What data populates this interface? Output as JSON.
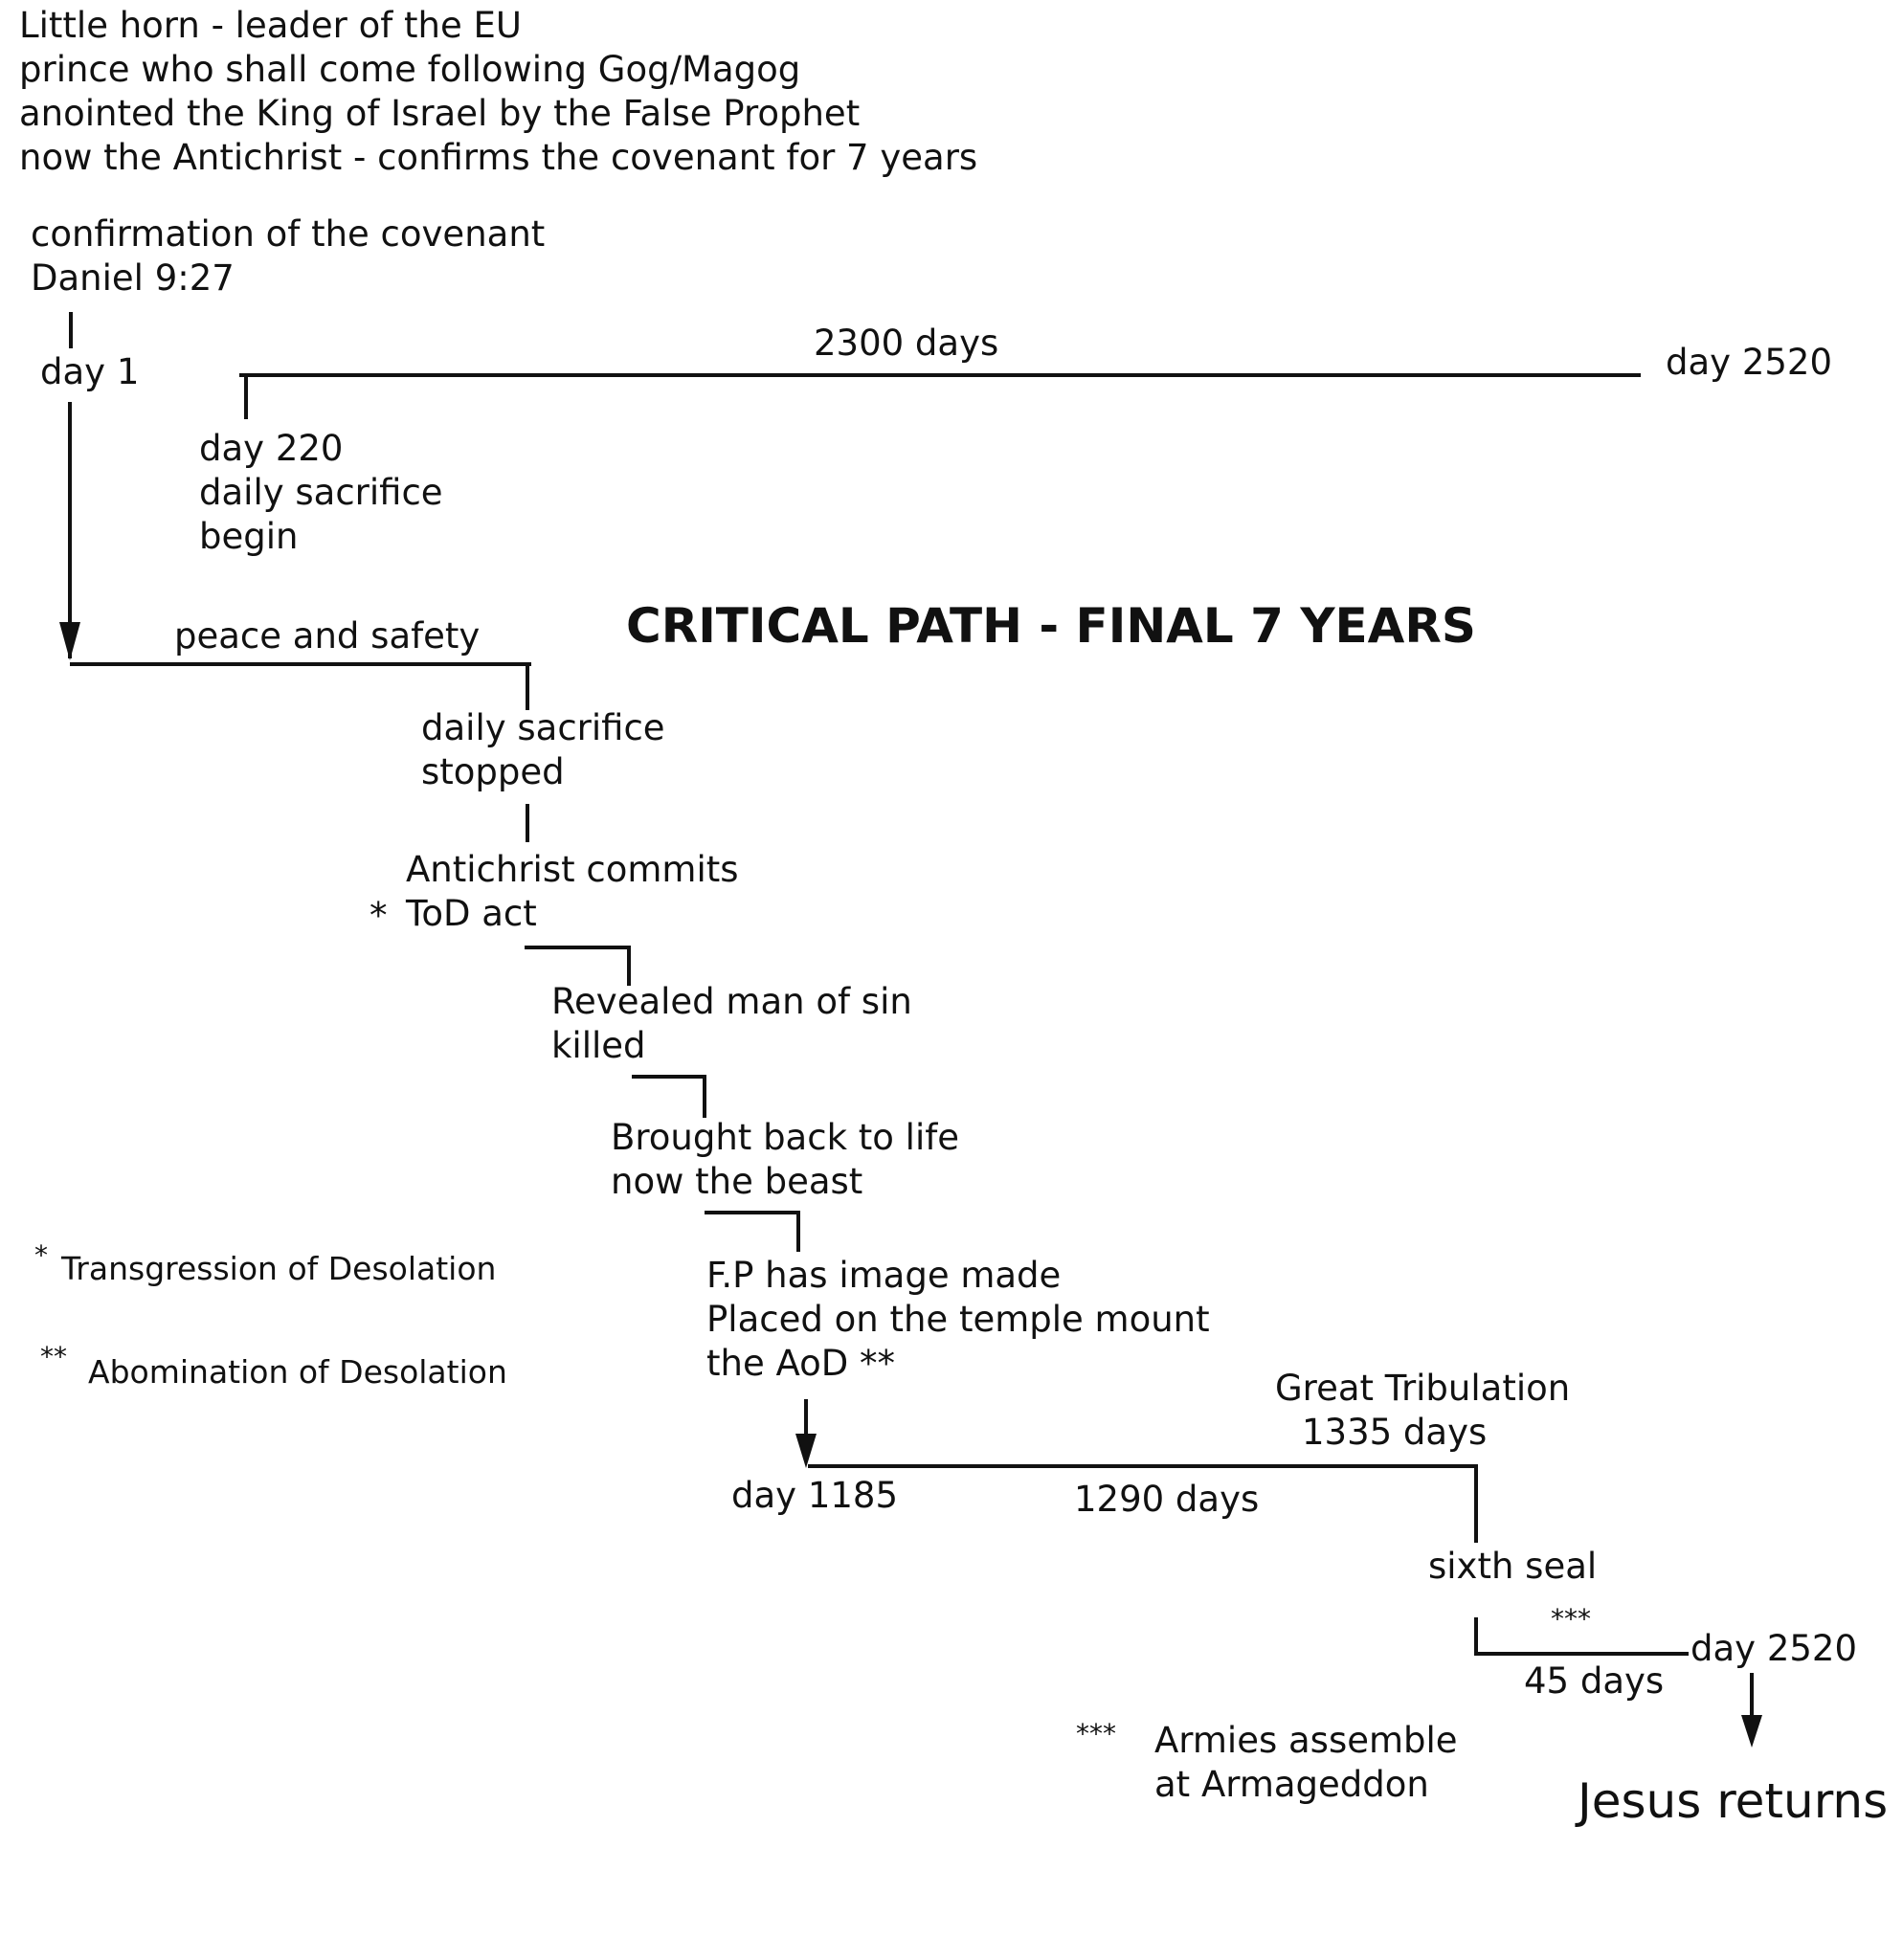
{
  "intro": {
    "line1": "Little horn - leader of the EU",
    "line2": "prince who shall come following Gog/Magog",
    "line3": "anointed the King of Israel by the False Prophet",
    "line4": "now the Antichrist - confirms the covenant for 7 years"
  },
  "confirmation": {
    "line1": "confirmation of the covenant",
    "line2": "Daniel 9:27"
  },
  "day1": "day 1",
  "span_2300": "2300 days",
  "day2520_top": "day 2520",
  "day220": {
    "line1": "day 220",
    "line2": "daily sacrifice",
    "line3": "begin"
  },
  "title": "CRITICAL PATH - FINAL 7 YEARS",
  "peace": "peace and safety",
  "sacrifice_stopped": {
    "line1": "daily sacrifice",
    "line2": "stopped"
  },
  "antichrist": {
    "line1": "Antichrist commits",
    "star": "*",
    "line2": "ToD act"
  },
  "revealed": {
    "line1": "Revealed man of sin",
    "line2": "killed"
  },
  "brought_back": {
    "line1": "Brought back to life",
    "line2": "now the beast"
  },
  "image": {
    "line1": "F.P has image made",
    "line2": "Placed  on the temple mount",
    "line3": "the AoD **"
  },
  "footnotes": {
    "tod_star": "*",
    "tod": "Transgression of Desolation",
    "aod_star": "**",
    "aod": "Abomination of Desolation",
    "armies_star": "***",
    "armies_line1": "Armies assemble",
    "armies_line2": "at Armageddon"
  },
  "great_trib": {
    "line1": "Great Tribulation",
    "line2": "1335 days"
  },
  "day1185": "day 1185",
  "span_1290": "1290 days",
  "sixth_seal": "sixth seal",
  "triple_star": "***",
  "day2520_bottom": "day 2520",
  "span_45": "45 days",
  "jesus": "Jesus returns",
  "colors": {
    "ink": "#111111",
    "background": "#ffffff"
  }
}
